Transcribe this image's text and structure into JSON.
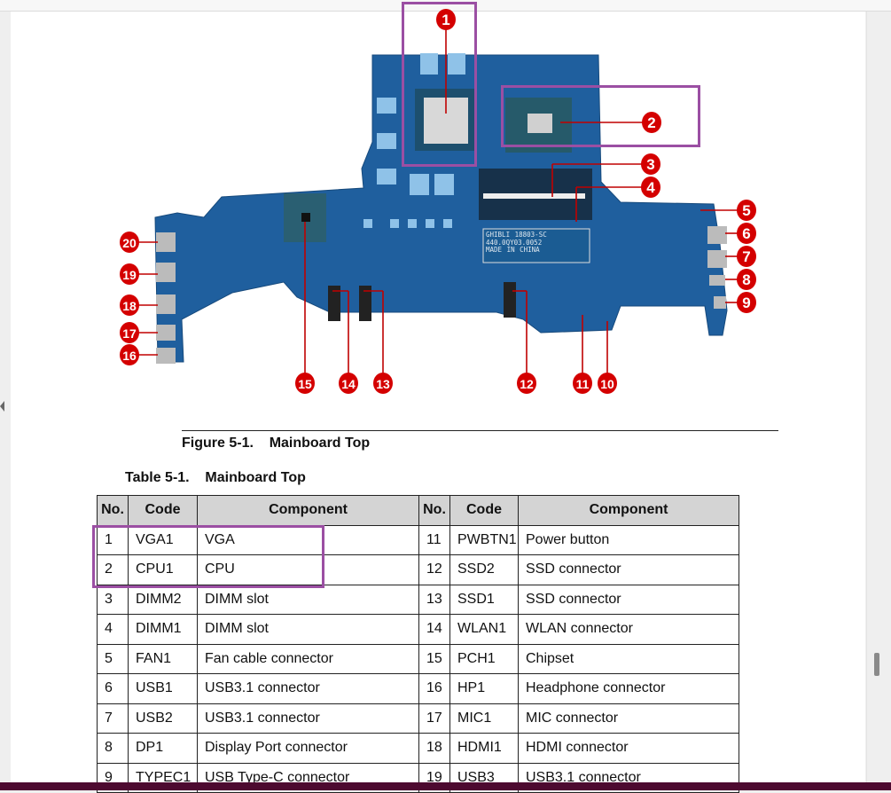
{
  "figure": {
    "caption": "Figure 5-1.    Mainboard Top",
    "callouts": [
      "1",
      "2",
      "3",
      "4",
      "5",
      "6",
      "7",
      "8",
      "9",
      "10",
      "11",
      "12",
      "13",
      "14",
      "15",
      "16",
      "17",
      "18",
      "19",
      "20"
    ],
    "board_label": "GHIBLI 18803-SC 440.0QY03.0052 MADE IN CHINA",
    "colors": {
      "board": "#1f5f9e",
      "callout": "#d40000",
      "highlight": "#9b4fa3"
    }
  },
  "table": {
    "caption": "Table 5-1.    Mainboard Top",
    "headers": [
      "No.",
      "Code",
      "Component",
      "No.",
      "Code",
      "Component"
    ],
    "rows": [
      [
        "1",
        "VGA1",
        "VGA",
        "11",
        "PWBTN1",
        "Power button"
      ],
      [
        "2",
        "CPU1",
        "CPU",
        "12",
        "SSD2",
        "SSD connector"
      ],
      [
        "3",
        "DIMM2",
        "DIMM slot",
        "13",
        "SSD1",
        "SSD connector"
      ],
      [
        "4",
        "DIMM1",
        "DIMM slot",
        "14",
        "WLAN1",
        "WLAN connector"
      ],
      [
        "5",
        "FAN1",
        "Fan cable connector",
        "15",
        "PCH1",
        "Chipset"
      ],
      [
        "6",
        "USB1",
        "USB3.1 connector",
        "16",
        "HP1",
        "Headphone connector"
      ],
      [
        "7",
        "USB2",
        "USB3.1 connector",
        "17",
        "MIC1",
        "MIC connector"
      ],
      [
        "8",
        "DP1",
        "Display Port connector",
        "18",
        "HDMI1",
        "HDMI connector"
      ],
      [
        "9",
        "TYPEC1",
        "USB Type-C connector",
        "19",
        "USB3",
        "USB3.1 connector"
      ]
    ]
  }
}
